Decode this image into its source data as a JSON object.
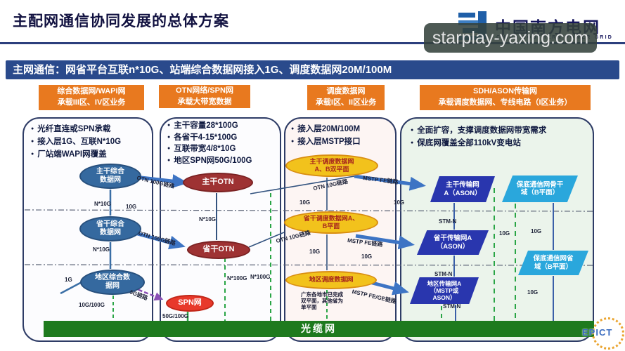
{
  "title": "主配网通信协同发展的总体方案",
  "logo": {
    "name": "中国南方电网",
    "subtitle": "CHINA SOUTHERN POWER GRID"
  },
  "watermark": "starplay-yaxing.com",
  "banner": "主网通信：网省平台互联n*10G、站端综合数据网接入1G、调度数据网20M/100M",
  "columns": [
    {
      "header_line1": "综合数据网/WAPI网",
      "header_line2": "承载III区、IV区业务",
      "bullets": [
        "光纤直连或SPN承载",
        "接入层1G、互联N*10G",
        "厂站端WAPI网覆盖"
      ]
    },
    {
      "header_line1": "OTN网络/SPN网",
      "header_line2": "承载大带宽数据",
      "bullets": [
        "主干容量28*100G",
        "各省干4-15*100G",
        "互联带宽4/8*10G",
        "地区SPN网50G/100G"
      ]
    },
    {
      "header_line1": "调度数据网",
      "header_line2": "承载I区、II区业务",
      "bullets": [
        "接入层20M/100M",
        "接入层MSTP接口"
      ]
    },
    {
      "header_line1": "SDH/ASON传输网",
      "header_line2": "承载调度数据网、专线电路（I区业务）",
      "bullets": [
        "全面扩容，支撑调度数据网带宽需求",
        "保底网覆盖全部110kV变电站"
      ]
    }
  ],
  "nodes": {
    "c1_main": [
      "主干综合",
      "数据网"
    ],
    "c1_prov": [
      "省干综合",
      "数据网"
    ],
    "c1_area": [
      "地区综合数",
      "据网"
    ],
    "c2_main": "主干OTN",
    "c2_prov": "省干OTN",
    "c2_spn": "SPN网",
    "c3_main": [
      "主干调度数据网",
      "A、B双平面"
    ],
    "c3_prov": [
      "省干调度数据网A、",
      "B平面"
    ],
    "c3_area": "地区调度数据网",
    "c4_main": [
      "主干传输网",
      "A（ASON）"
    ],
    "c4_backbone": [
      "保底通信网骨干",
      "域（B平面）"
    ],
    "c4_prov": [
      "省干传输网A",
      "（ASON）"
    ],
    "c4_provsafe": [
      "保底通信网省",
      "域（B平面）"
    ],
    "c4_area": [
      "地区传输网A",
      "（MSTP或",
      "ASON）"
    ]
  },
  "labels": {
    "c1_n10g_a": "N*10G",
    "c1_10g": "10G",
    "c1_n10g_b": "N*10G",
    "c1_1g": "1G",
    "c1_otn_a": "OTN 100G链路",
    "c1_otn_b": "OTN 100G链路",
    "c1_5g": "5G链路",
    "c1_10g100g": "10G/100G",
    "c2_n10g": "N*10G",
    "c2_n100g_a": "N*100G",
    "c2_n100g_b": "N*100G",
    "c2_50g100g": "50G/100G",
    "c3_otn_a": "OTN 10G链路",
    "c3_mstp_a": "MSTP FE链路",
    "c3_10g_a": "10G",
    "c3_10g_b": "10G",
    "c3_otn_b": "OTN 10G链路",
    "c3_mstp_b": "MSTP FE链路",
    "c3_10g_c": "10G",
    "c3_10g_d": "10G",
    "c3_mstp_c": "MSTP FE/GE链路",
    "c3_note": [
      "广东各地市已完成",
      "双平面，其他省为",
      "单平面"
    ],
    "c4_stmn_a": "STM-N",
    "c4_stmn_b": "STM-N",
    "c4_stmn_c": "STM-N",
    "c4_10g_a": "10G",
    "c4_10g_b": "10G",
    "c4_10g_c": "10G"
  },
  "optical_label": "光缆网",
  "footer_logo": "EPICT",
  "colors": {
    "banner_blue": "#2a4a8c",
    "header_orange": "#e8791f",
    "node_blue": "#35699f",
    "node_darkred": "#9e3233",
    "node_red": "#e8392b",
    "node_yellow": "#f2c21c",
    "parallelogram_blue": "#2936ae",
    "parallelogram_cyan": "#2aa7dc",
    "optical_green": "#1e7a1e",
    "link_green": "#2aa546",
    "arrow_blue": "#3d74c4",
    "link_purple": "#8a4fb5"
  }
}
